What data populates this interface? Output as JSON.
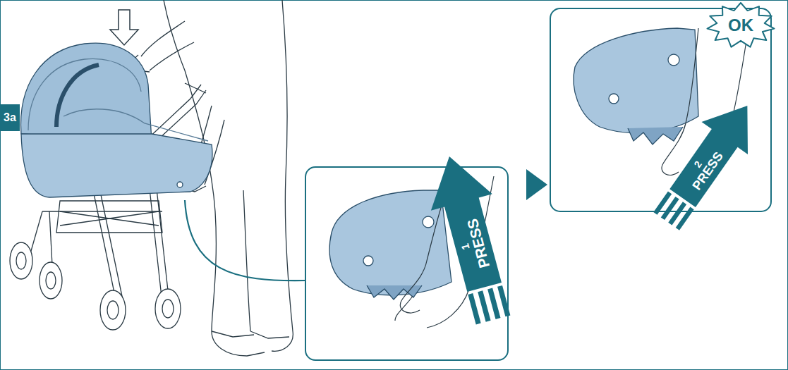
{
  "diagram": {
    "nodes": [
      {
        "text": [
          "3a"
        ]
      },
      {
        "text": [
          "1",
          "PRESS"
        ]
      },
      {
        "text": [
          "2",
          "PRESS"
        ]
      },
      {
        "text": [
          "OK"
        ]
      }
    ]
  }
}
